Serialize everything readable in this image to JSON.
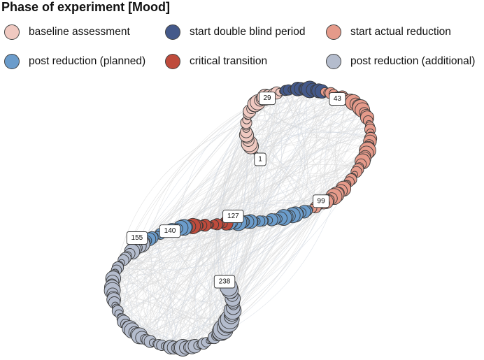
{
  "legend": {
    "title": "Phase of experiment [Mood]",
    "items": [
      {
        "label": "baseline assessment",
        "color": "#f0c9c1"
      },
      {
        "label": "start double blind period",
        "color": "#44598a"
      },
      {
        "label": "start actual reduction",
        "color": "#e59a8a"
      },
      {
        "label": "post reduction (planned)",
        "color": "#6b9ccb"
      },
      {
        "label": "critical transition",
        "color": "#bf4b3c"
      },
      {
        "label": "post reduction (additional)",
        "color": "#b4bccd"
      }
    ]
  },
  "node_labels": [
    {
      "text": "1",
      "order": 1
    },
    {
      "text": "29",
      "order": 29
    },
    {
      "text": "43",
      "order": 43
    },
    {
      "text": "99",
      "order": 99
    },
    {
      "text": "127",
      "order": 127
    },
    {
      "text": "140",
      "order": 140
    },
    {
      "text": "155",
      "order": 155
    },
    {
      "text": "238",
      "order": 238
    }
  ]
}
